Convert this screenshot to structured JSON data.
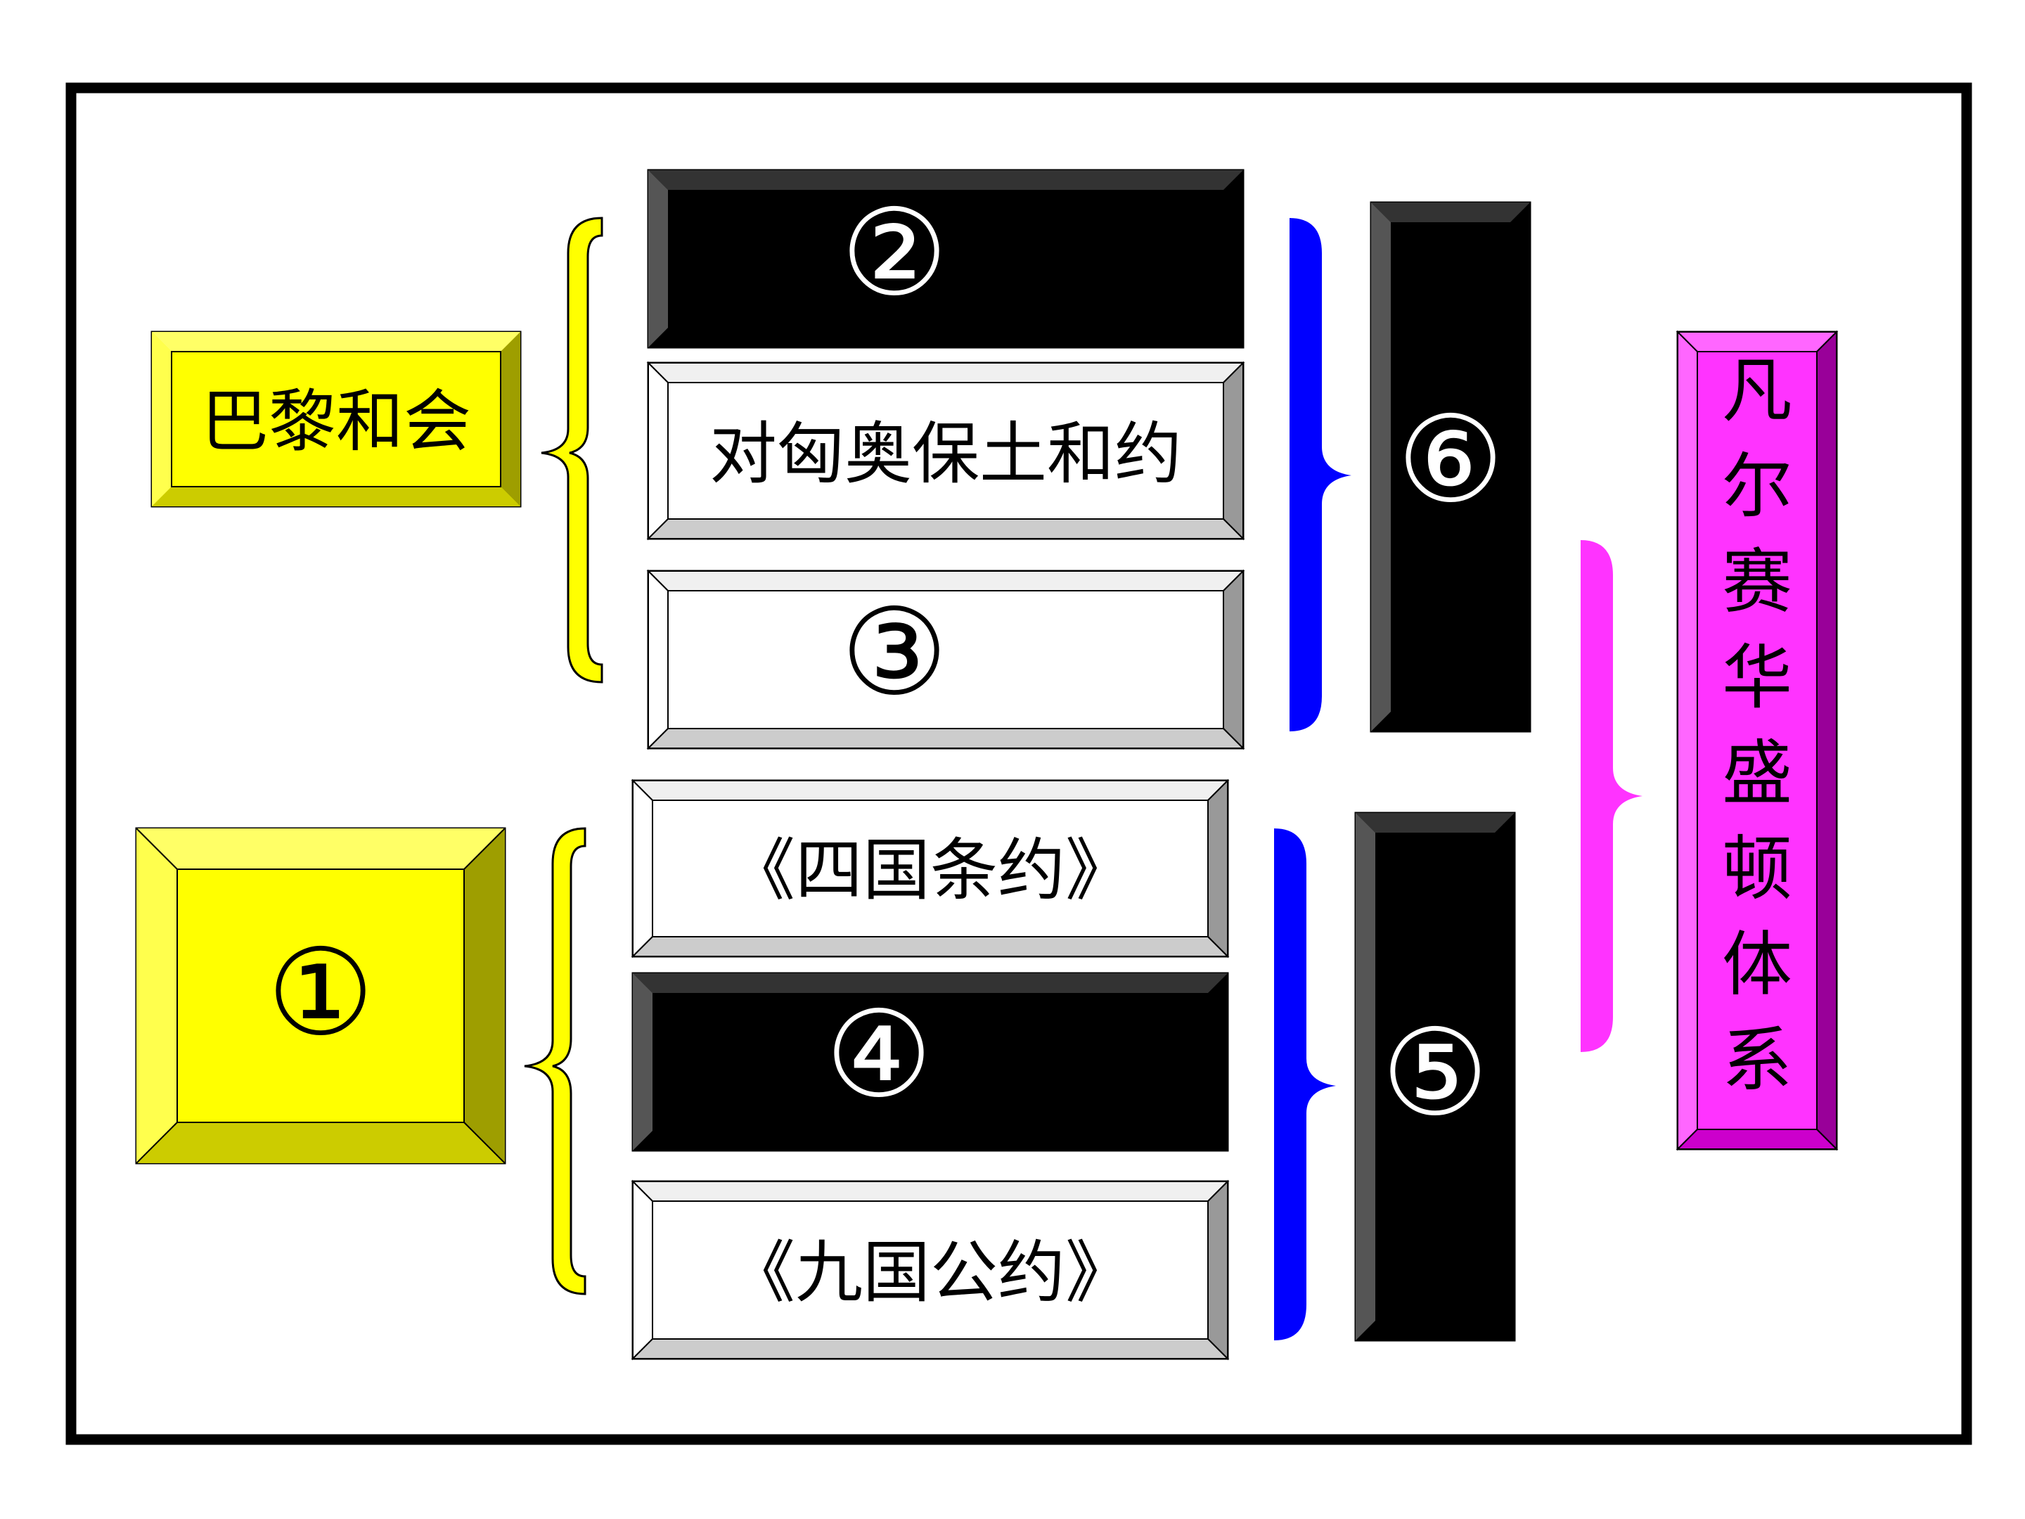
{
  "nodes": {
    "paris_conference": {
      "label": "巴黎和会",
      "fill": "#ffff00"
    },
    "node_1": {
      "label": "①",
      "fill": "#ffff00"
    },
    "node_2": {
      "label": "②",
      "fill": "#000000"
    },
    "treaty_austria": {
      "label": "对匈奥保土和约",
      "fill": "#ffffff"
    },
    "node_3": {
      "label": "③",
      "fill": "#ffffff"
    },
    "four_power_treaty": {
      "label": "《四国条约》",
      "fill": "#ffffff"
    },
    "node_4": {
      "label": "④",
      "fill": "#000000"
    },
    "nine_power_treaty": {
      "label": "《九国公约》",
      "fill": "#ffffff"
    },
    "node_6": {
      "label": "⑥",
      "fill": "#000000"
    },
    "node_5": {
      "label": "⑤",
      "fill": "#000000"
    },
    "versailles_washington": {
      "label": "凡尔赛华盛顿体系",
      "fill": "#ff33ff"
    }
  },
  "brace_colors": {
    "yellow": "#ffff00",
    "blue": "#0000ff",
    "magenta": "#ff33ff"
  }
}
